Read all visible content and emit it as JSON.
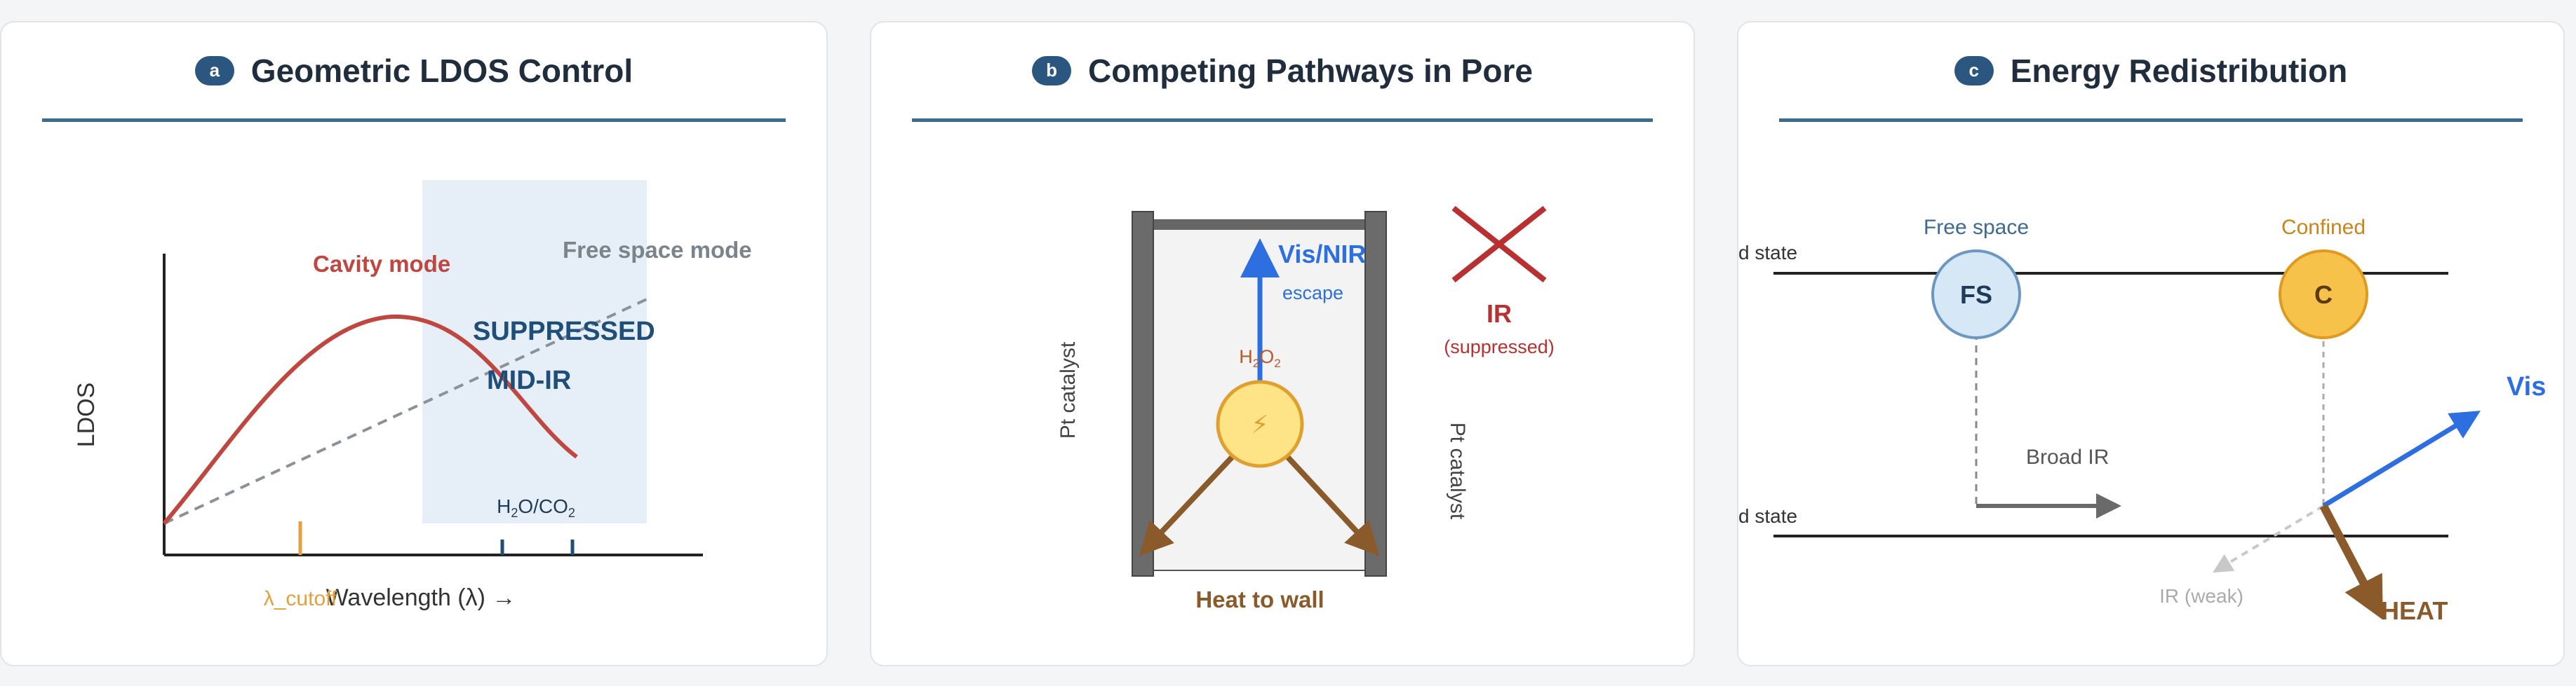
{
  "panels": {
    "a": {
      "badge": "a",
      "title": "Geometric LDOS Control",
      "ylabel": "LDOS",
      "xlabel": "Wavelength (λ) →",
      "cavity_label": "Cavity mode",
      "free_label": "Free space mode",
      "suppressed_label": "SUPPRESSED",
      "midir_label": "MID-IR",
      "h2o_main": "H",
      "h2o_sub1": "2",
      "h2o_mid": "O/CO",
      "h2o_sub2": "2",
      "cutoff_label": "λ_cutoff"
    },
    "b": {
      "badge": "b",
      "title": "Competing Pathways in Pore",
      "left_wall_label": "Pt catalyst",
      "right_wall_label": "Pt catalyst",
      "visnir_label": "Vis/NIR",
      "escape_label": "escape",
      "ir_label": "IR",
      "ir_sub": "(suppressed)",
      "h2o2_h": "H",
      "h2o2_sub1": "2",
      "h2o2_o": "O",
      "h2o2_sub2": "2",
      "molecule_symbol": "⚡",
      "heat_label": "Heat to wall"
    },
    "c": {
      "badge": "c",
      "title": "Energy Redistribution",
      "upper_state": "d state",
      "lower_state": "d state",
      "fs_caption": "Free space",
      "fs_symbol": "FS",
      "c_caption": "Confined",
      "c_symbol": "C",
      "broad_ir": "Broad IR",
      "ir_weak": "IR (weak)",
      "vis_label": "Vis",
      "heat_label": "HEAT"
    }
  },
  "colors": {
    "accent": "#2b567f",
    "cavity": "#c0473f",
    "free_space": "#8a9199",
    "suppressed_region": "#e6eff8",
    "cutoff": "#e3a040",
    "vis": "#2d6ee0",
    "ir": "#b83030",
    "heat": "#8a5a2b",
    "molecule": "#ffe487",
    "fs_circle": "#d6e7f5",
    "c_circle": "#f6c24a"
  }
}
